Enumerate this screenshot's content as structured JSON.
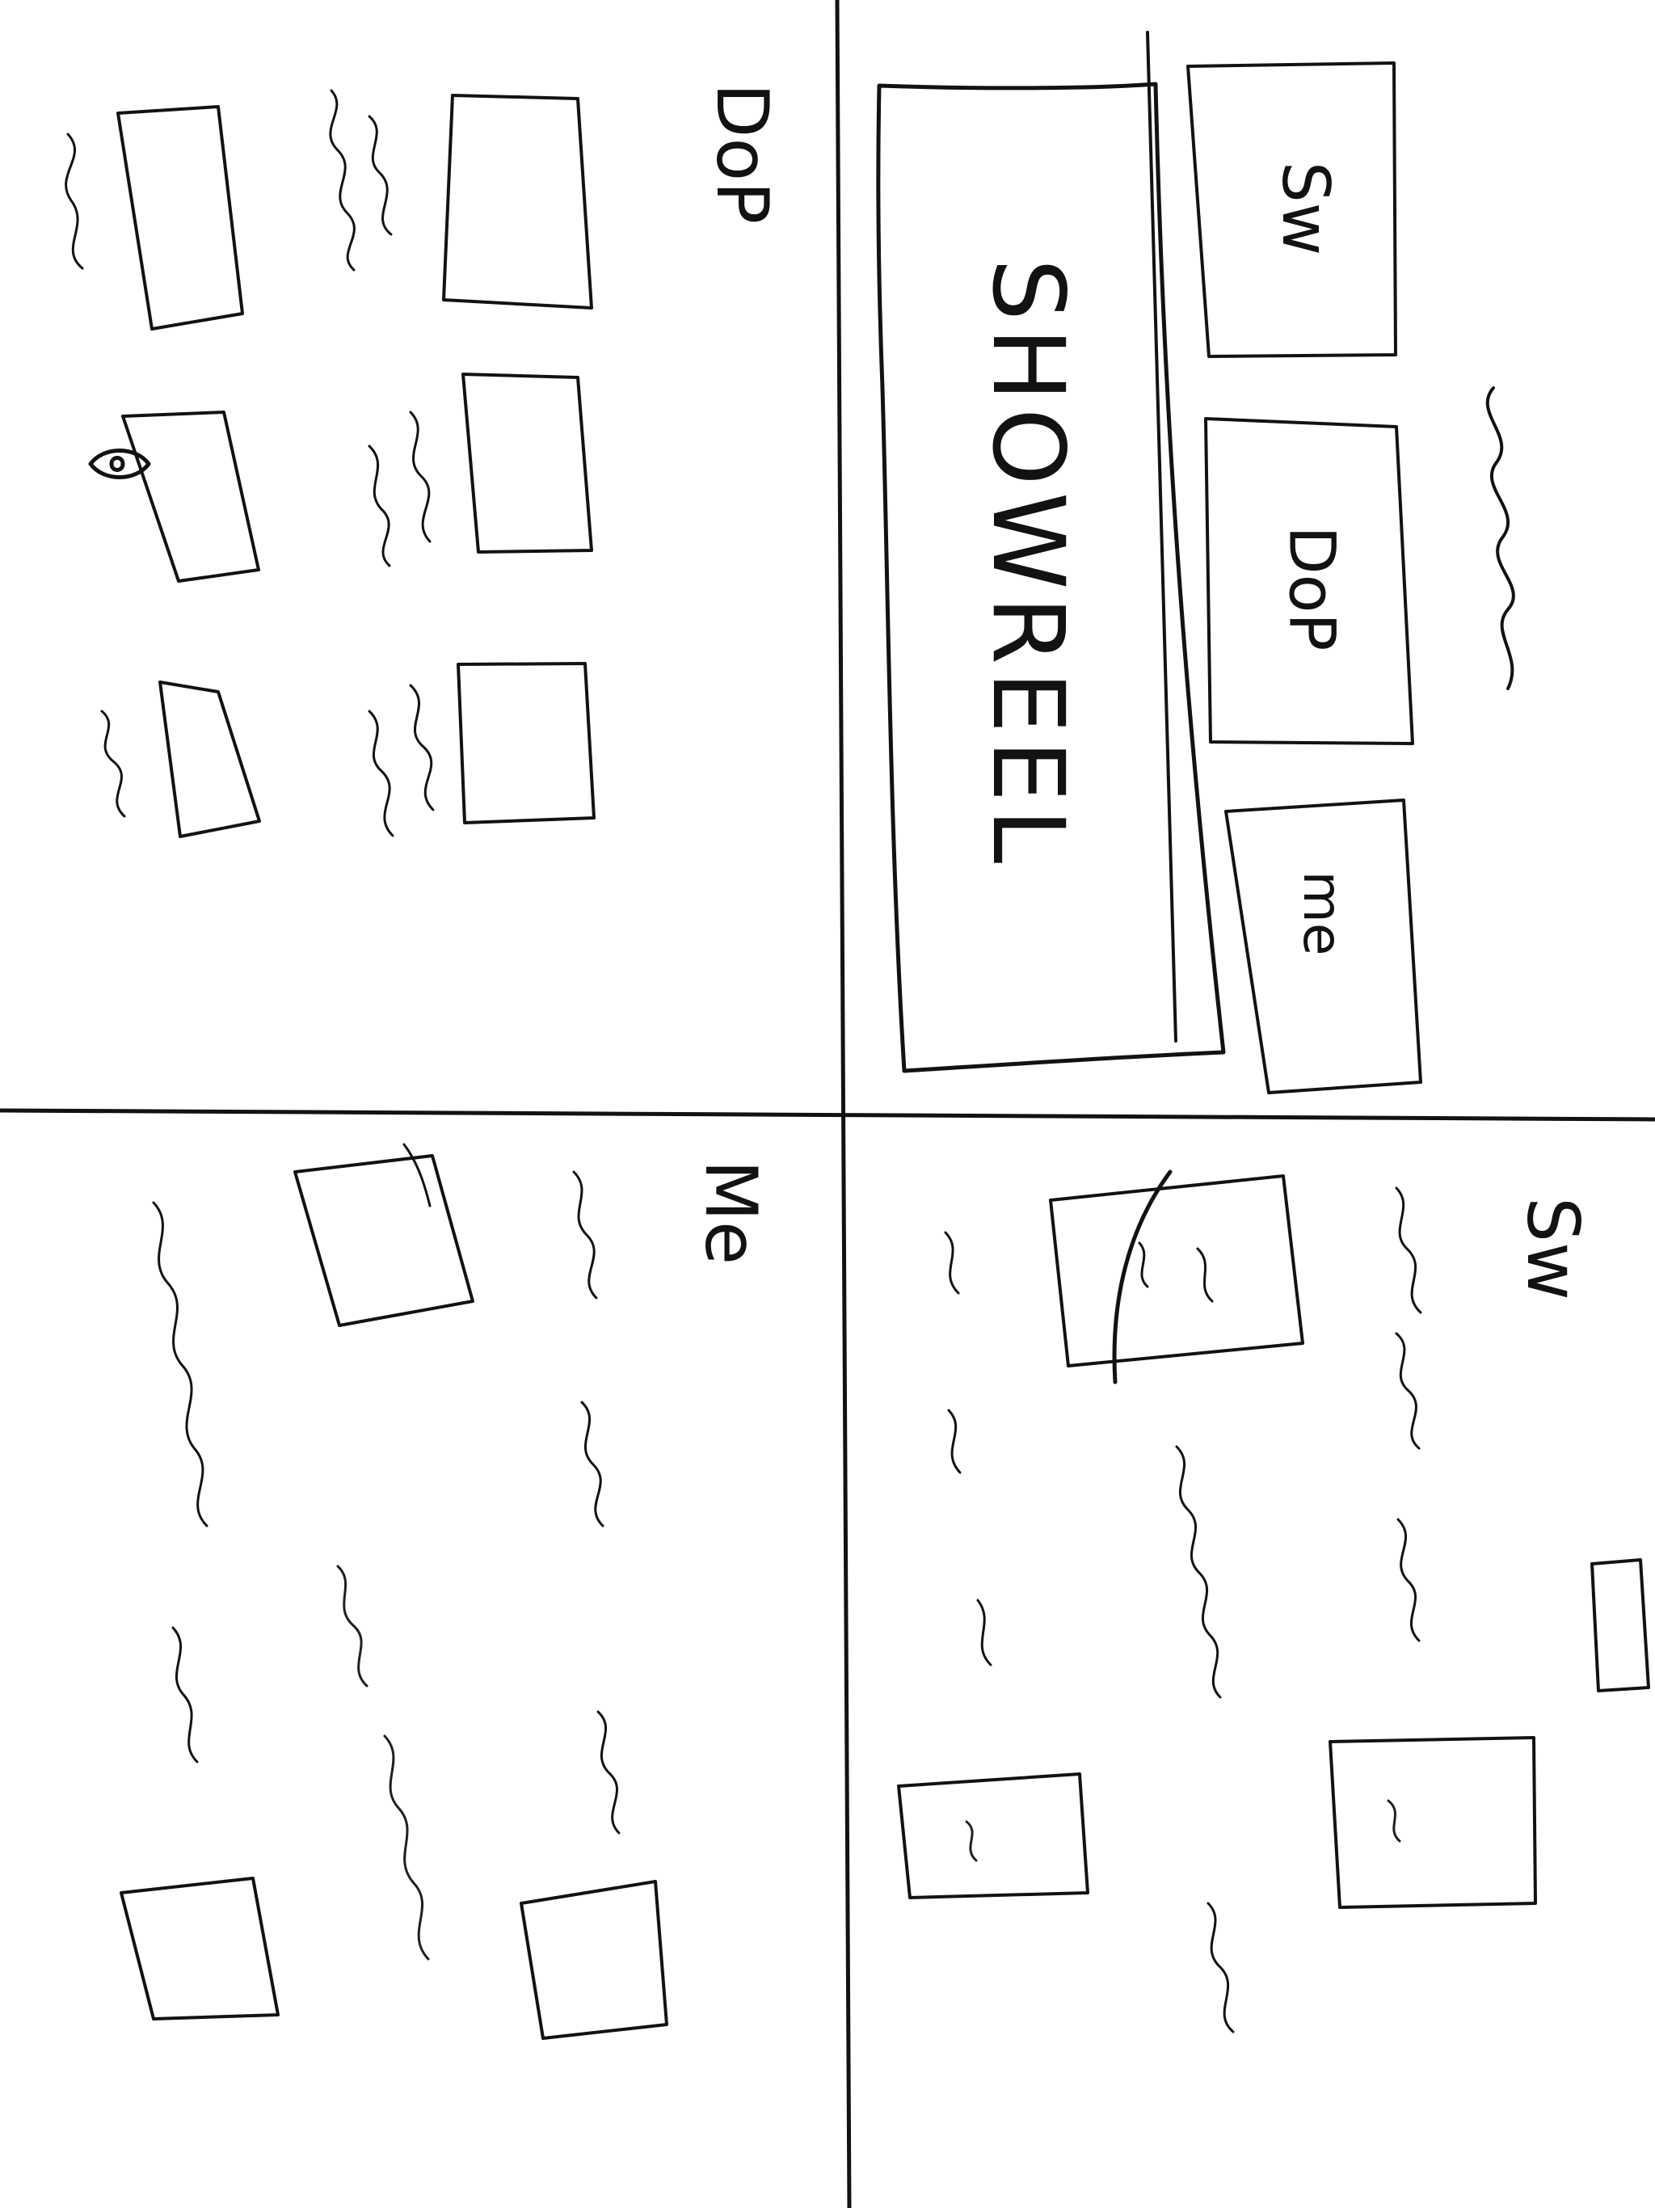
{
  "sketch": {
    "title": "SHOWREEL",
    "labels": {
      "nav_sw": "Sw",
      "nav_dop": "DoP",
      "nav_me": "me",
      "dop_section": "DoP",
      "sw_section": "Sw",
      "me_section": "Me"
    }
  }
}
